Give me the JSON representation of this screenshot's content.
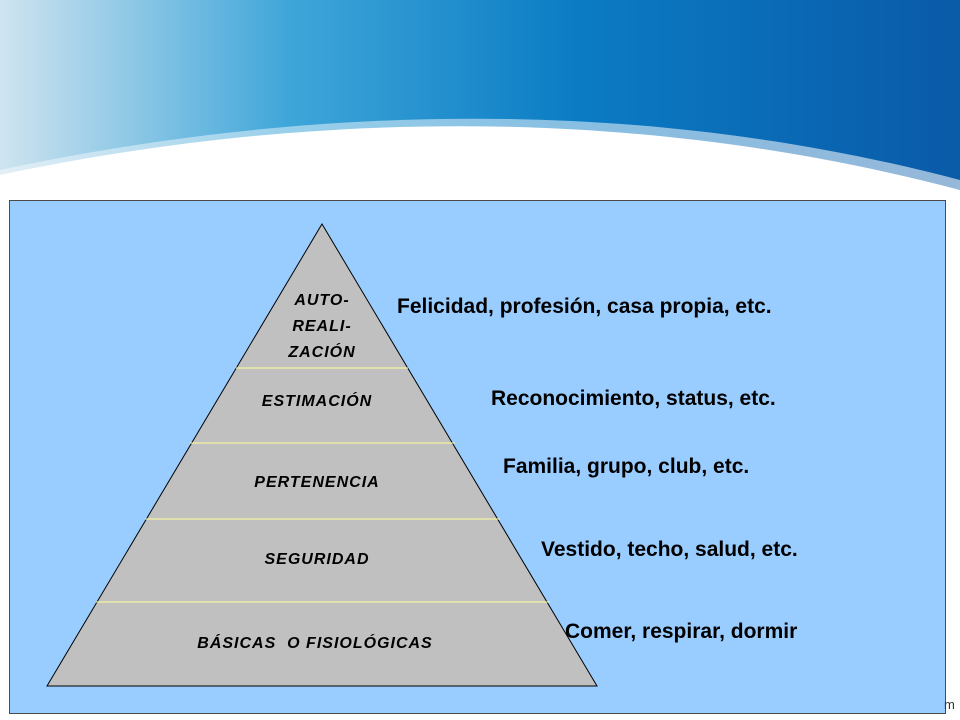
{
  "pyramid": {
    "levels": [
      {
        "lines": [
          "AUTO-",
          "REALI-",
          "ZACIÓN"
        ],
        "description": "Felicidad, profesión, casa propia, etc."
      },
      {
        "label": "ESTIMACIÓN",
        "description": "Reconocimiento, status, etc."
      },
      {
        "label": "PERTENENCIA",
        "description": "Familia, grupo, club, etc."
      },
      {
        "label": "SEGURIDAD",
        "description": "Vestido, techo, salud, etc."
      },
      {
        "label": "BÁSICAS  O FISIOLÓGICAS",
        "description": "Comer, respirar, dormir"
      }
    ]
  },
  "footer": {
    "corner_text": "m"
  },
  "colors": {
    "panel": "#99ccff",
    "pyramid_fill": "#c0c0c0",
    "divider": "#ffff99",
    "banner_blue": "#0a6db8"
  }
}
